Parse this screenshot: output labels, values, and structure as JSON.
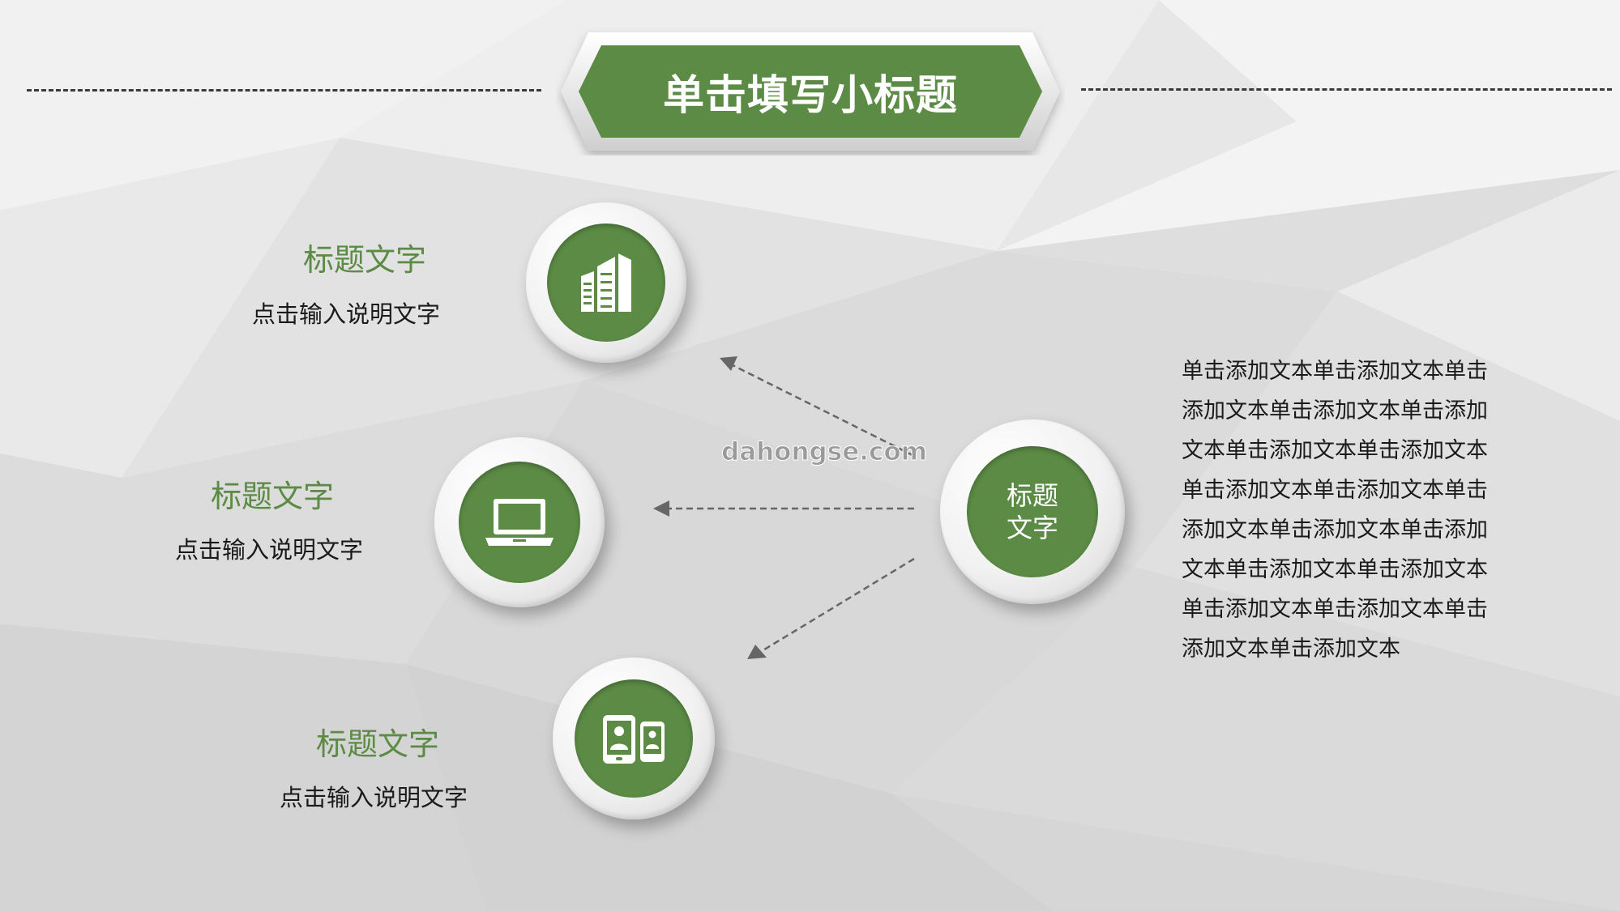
{
  "header": {
    "title": "单击填写小标题"
  },
  "items": [
    {
      "title": "标题文字",
      "description": "点击输入说明文字",
      "icon": "building-icon"
    },
    {
      "title": "标题文字",
      "description": "点击输入说明文字",
      "icon": "laptop-icon"
    },
    {
      "title": "标题文字",
      "description": "点击输入说明文字",
      "icon": "mobile-contacts-icon"
    }
  ],
  "center": {
    "label_line1": "标题",
    "label_line2": "文字"
  },
  "watermark": "dahongse.com",
  "body_text_lines": [
    "单击添加文本单击添加文本单击",
    "添加文本单击添加文本单击添加",
    "文本单击添加文本单击添加文本",
    "单击添加文本单击添加文本单击",
    "添加文本单击添加文本单击添加",
    "文本单击添加文本单击添加文本",
    "单击添加文本单击添加文本单击",
    "添加文本单击添加文本"
  ],
  "colors": {
    "accent_green": "#5b8b45",
    "background": "#e6e6e6"
  }
}
